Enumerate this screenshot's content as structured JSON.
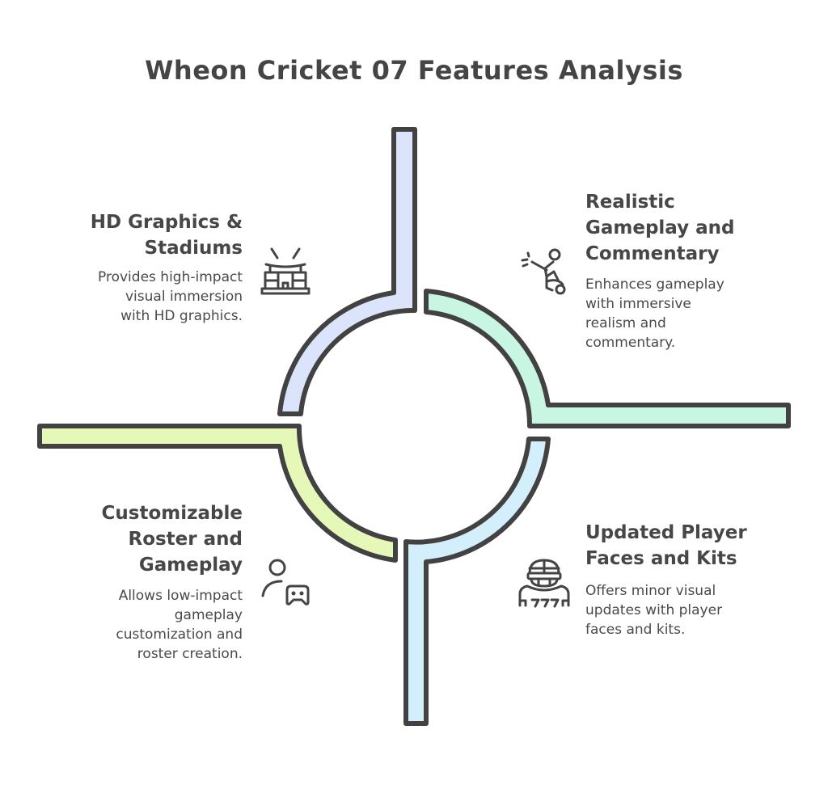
{
  "title": "Wheon Cricket 07 Features Analysis",
  "colors": {
    "stroke": "#424242",
    "top_left_fill": "#dbe4fb",
    "top_right_fill": "#c8f6e2",
    "bottom_left_fill": "#e6f8b8",
    "bottom_right_fill": "#d3effb",
    "text": "#474747"
  },
  "quadrants": [
    {
      "position": "top-left",
      "title_lines": [
        "HD Graphics &",
        "Stadiums"
      ],
      "description_lines": [
        "Provides high-impact",
        "visual immersion",
        "with HD graphics."
      ],
      "icon": "stadium-icon"
    },
    {
      "position": "top-right",
      "title_lines": [
        "Realistic",
        "Gameplay and",
        "Commentary"
      ],
      "description_lines": [
        "Enhances gameplay",
        "with immersive",
        "realism and",
        "commentary."
      ],
      "icon": "batsman-icon"
    },
    {
      "position": "bottom-left",
      "title_lines": [
        "Customizable",
        "Roster and",
        "Gameplay"
      ],
      "description_lines": [
        "Allows low-impact",
        "gameplay",
        "customization and",
        "roster creation."
      ],
      "icon": "user-gamepad-icon"
    },
    {
      "position": "bottom-right",
      "title_lines": [
        "Updated Player",
        "Faces and Kits"
      ],
      "description_lines": [
        "Offers minor visual",
        "updates with player",
        "faces and kits."
      ],
      "icon": "helmet-player-icon"
    }
  ]
}
